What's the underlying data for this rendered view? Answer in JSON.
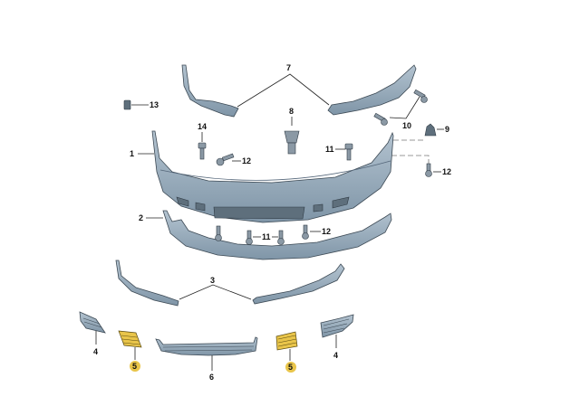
{
  "diagram": {
    "title_visible": false,
    "callouts": {
      "p1": "1",
      "p2": "2",
      "p3": "3",
      "p4a": "4",
      "p4b": "4",
      "p5a": "5",
      "p5b": "5",
      "p6": "6",
      "p7": "7",
      "p8": "8",
      "p9": "9",
      "p10": "10",
      "p11a": "11",
      "p11b": "11",
      "p12a": "12",
      "p12b": "12",
      "p12c": "12",
      "p13": "13",
      "p14": "14"
    },
    "colors": {
      "part": "#8fa4b5",
      "highlight": "#e9c54a"
    }
  }
}
